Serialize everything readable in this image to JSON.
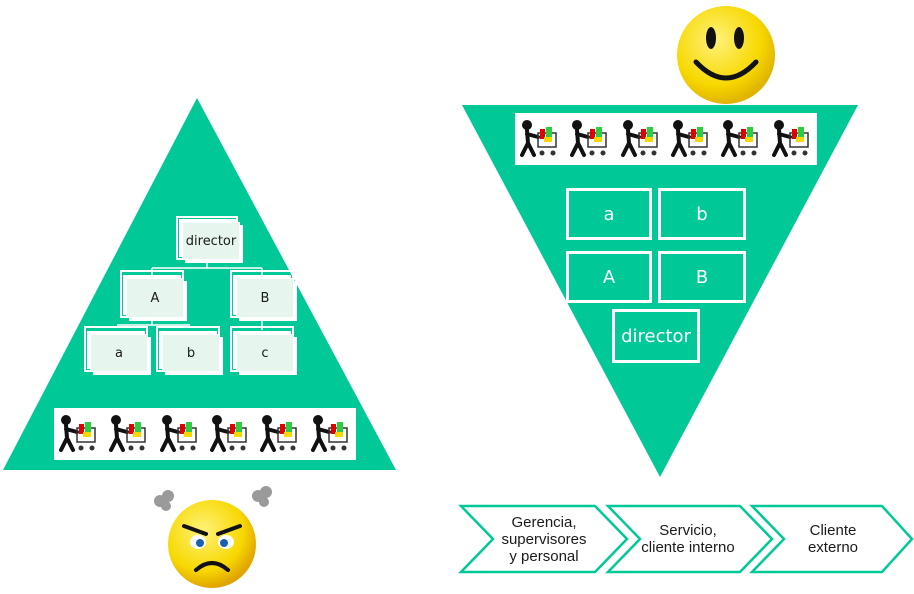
{
  "colors": {
    "triangle": "#00c896",
    "chevron_border": "#00c896",
    "face_yellow": "#f7d800"
  },
  "left_pyramid": {
    "top": {
      "label": "director"
    },
    "middle": [
      {
        "label": "A"
      },
      {
        "label": "B"
      }
    ],
    "bottom": [
      {
        "label": "a"
      },
      {
        "label": "b"
      },
      {
        "label": "c"
      }
    ],
    "shopper_count": 6,
    "face": "angry-face-icon"
  },
  "right_pyramid": {
    "row1": [
      {
        "label": "a"
      },
      {
        "label": "b"
      }
    ],
    "row2": [
      {
        "label": "A"
      },
      {
        "label": "B"
      }
    ],
    "bottom": {
      "label": "director"
    },
    "shopper_count": 6,
    "face": "happy-face-icon"
  },
  "chevrons": [
    {
      "label": "Gerencia, supervisores y personal"
    },
    {
      "label": "Servicio, cliente interno"
    },
    {
      "label": "Cliente externo"
    }
  ]
}
